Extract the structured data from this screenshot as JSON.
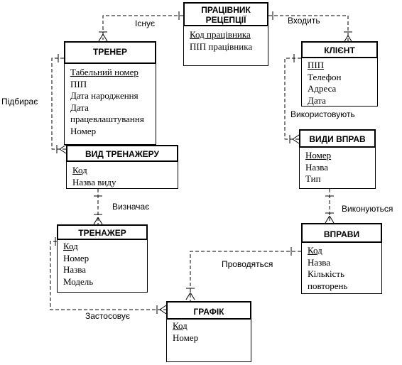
{
  "entities": {
    "receptionist": {
      "title": "ПРАЦІВНИК РЕЦЕПЦІЇ",
      "attrs": [
        "Код працівника",
        "ПІП працівника"
      ]
    },
    "trainer": {
      "title": "ТРЕНЕР",
      "attrs": [
        "Табельний номер",
        "ПІП",
        "Дата народження",
        "Дата працевлаштування",
        "Номер"
      ]
    },
    "client": {
      "title": "КЛІЄНТ",
      "attrs": [
        "ПІП",
        "Телефон",
        "Адреса",
        "Дата"
      ]
    },
    "machine_type": {
      "title": "ВИД ТРЕНАЖЕРУ",
      "attrs": [
        "Код",
        "Назва  виду"
      ]
    },
    "exercise_type": {
      "title": "ВИДИ ВПРАВ",
      "attrs": [
        "Номер",
        "Назва",
        "Тип"
      ]
    },
    "machine": {
      "title": "ТРЕНАЖЕР",
      "attrs": [
        "Код",
        "Номер",
        "Назва",
        "Модель"
      ]
    },
    "exercise": {
      "title": "ВПРАВИ",
      "attrs": [
        "Код",
        "Назва",
        "Кількість повторень"
      ]
    },
    "schedule": {
      "title": "ГРАФІК",
      "attrs": [
        "Код",
        "Номер"
      ]
    }
  },
  "relations": {
    "exists": "Існує",
    "enters": "Входить",
    "selects": "Підбирає",
    "uses": "Використовують",
    "determines": "Визначає",
    "performed": "Виконуються",
    "conducted": "Проводяться",
    "applied": "Застосовує"
  }
}
